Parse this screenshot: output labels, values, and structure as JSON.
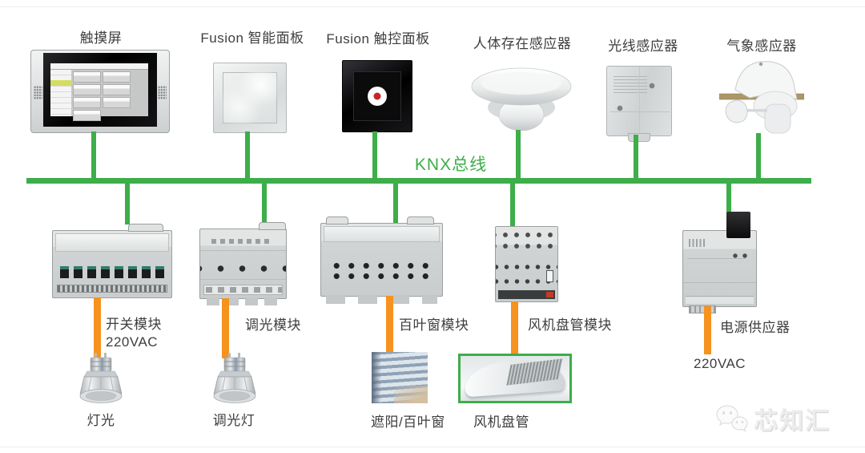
{
  "colors": {
    "green": "#3dae49",
    "orange": "#f6921e",
    "label": "#3e3e3e",
    "watermark": "#ededed"
  },
  "bus": {
    "label": "KNX总线"
  },
  "top_devices": [
    {
      "id": "touchscreen",
      "label": "触摸屏"
    },
    {
      "id": "fusion-smart-panel",
      "label": "Fusion 智能面板"
    },
    {
      "id": "fusion-touch-panel",
      "label": "Fusion 触控面板"
    },
    {
      "id": "presence-sensor",
      "label": "人体存在感应器"
    },
    {
      "id": "light-sensor",
      "label": "光线感应器"
    },
    {
      "id": "weather-sensor",
      "label": "气象感应器"
    }
  ],
  "modules": [
    {
      "id": "switch-module",
      "label": "开关模块",
      "voltage": "220VAC",
      "load": {
        "id": "light",
        "label": "灯光"
      }
    },
    {
      "id": "dimmer-module",
      "label": "调光模块",
      "load": {
        "id": "dimmable-light",
        "label": "调光灯"
      }
    },
    {
      "id": "blind-module",
      "label": "百叶窗模块",
      "load": {
        "id": "blinds",
        "label": "遮阳/百叶窗"
      }
    },
    {
      "id": "fan-coil-module",
      "label": "风机盘管模块",
      "load": {
        "id": "fan-coil",
        "label": "风机盘管"
      }
    },
    {
      "id": "power-supply",
      "label": "电源供应器",
      "voltage": "220VAC"
    }
  ],
  "watermark": {
    "text": "芯知汇",
    "icon": "wechat-chat-bubbles-icon"
  }
}
